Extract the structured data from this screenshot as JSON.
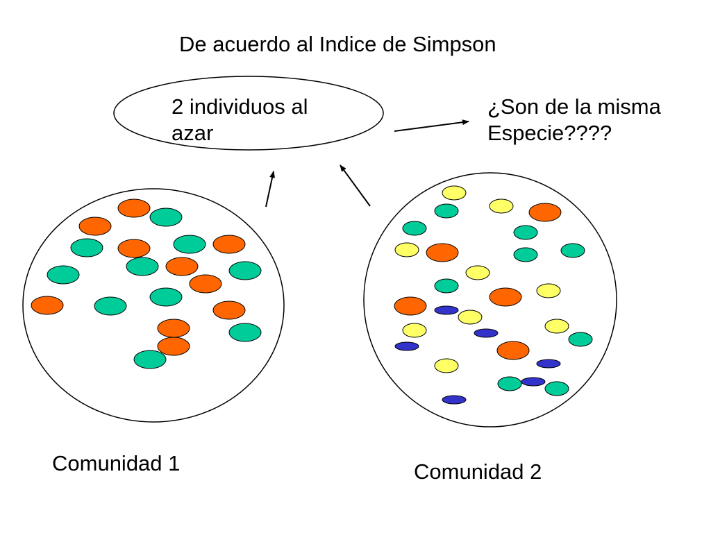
{
  "title": "De acuerdo al Indice de Simpson",
  "sample_box": {
    "line1": "2 individuos al",
    "line2": "azar"
  },
  "question": {
    "line1": "¿Son de la misma",
    "line2": "Especie????"
  },
  "communities": [
    {
      "label": "Comunidad 1"
    },
    {
      "label": "Comunidad 2"
    }
  ],
  "colors": {
    "orange": "#ff6600",
    "green": "#00cc99",
    "yellow": "#ffff66",
    "blue": "#3333cc",
    "outline": "#000000"
  }
}
